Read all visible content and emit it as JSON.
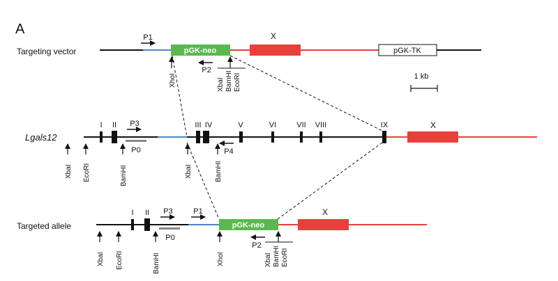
{
  "panel_label": "A",
  "rows": {
    "targeting_vector": {
      "label": "Targeting vector",
      "neo_label": "pGK-neo",
      "tk_label": "pGK-TK",
      "x_label": "X",
      "primers": [
        "P1",
        "P2"
      ],
      "sites": [
        "XhoI",
        "XbaI",
        "BamHI",
        "EcoRI"
      ]
    },
    "genomic": {
      "label": "Lgals12",
      "exons": [
        "I",
        "II",
        "III",
        "IV",
        "V",
        "VI",
        "VII",
        "VIII",
        "IX"
      ],
      "x_label": "X",
      "primers": [
        "P3",
        "P0",
        "P4"
      ],
      "sites": [
        "XbaI",
        "EcoRI",
        "BamHI",
        "XbaI",
        "BamHI"
      ]
    },
    "targeted_allele": {
      "label": "Targeted allele",
      "exons": [
        "I",
        "II"
      ],
      "neo_label": "pGK-neo",
      "x_label": "X",
      "primers": [
        "P3",
        "P1",
        "P0",
        "P2"
      ],
      "sites": [
        "XbaI",
        "EcoRI",
        "BamHI",
        "XhoI",
        "XbaI",
        "BamHI",
        "EcoRI"
      ]
    }
  },
  "scale_bar": "1 kb",
  "colors": {
    "line": "#111111",
    "red": "#e8403a",
    "green": "#59b94f",
    "blue": "#4a86c8",
    "gray": "#888888"
  }
}
